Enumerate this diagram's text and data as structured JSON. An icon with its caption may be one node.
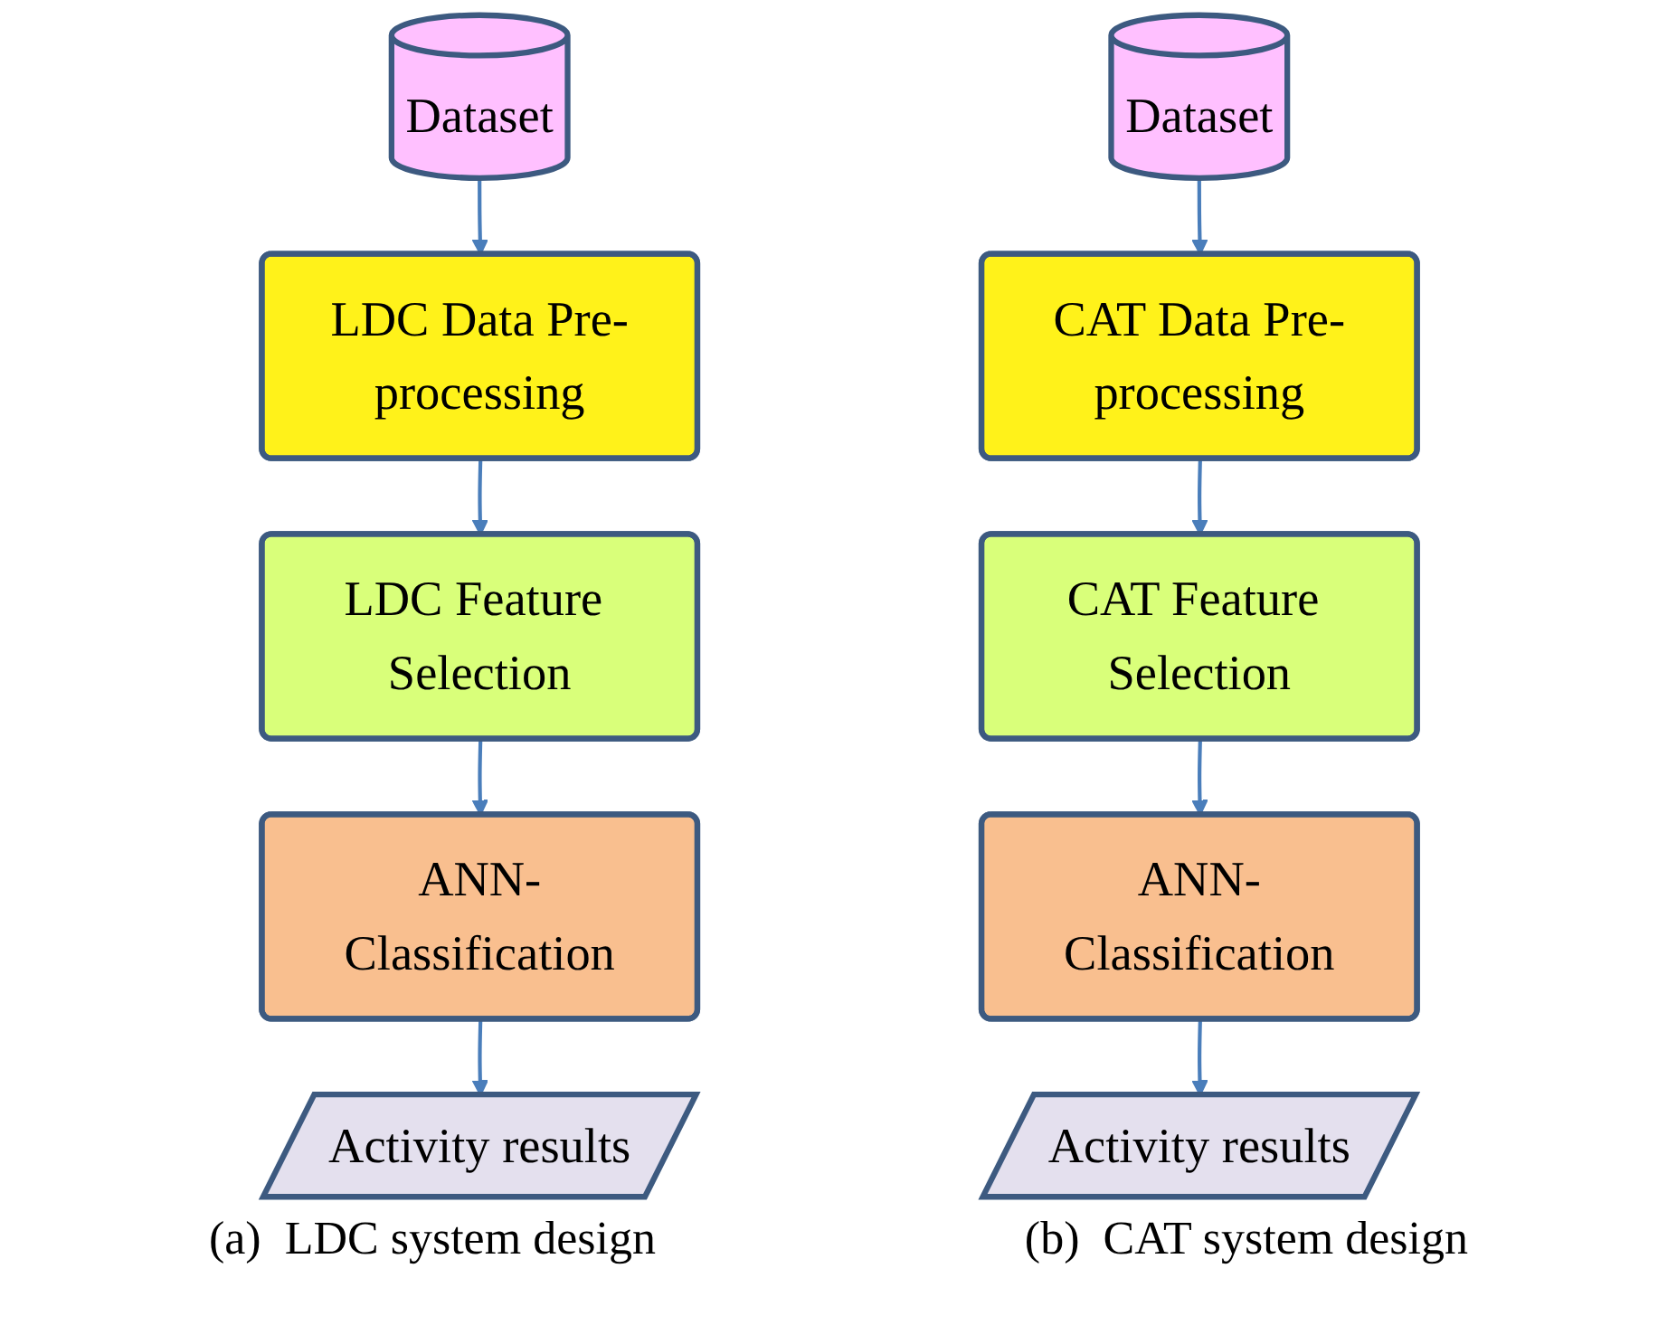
{
  "diagram": {
    "nodes": [
      {
        "text": [
          "Dataset"
        ]
      },
      {
        "text": [
          "LDC Data Pre-processing"
        ]
      },
      {
        "text": [
          "LDC Feature Selection"
        ]
      },
      {
        "text": [
          "ANN-Classification"
        ]
      },
      {
        "text": [
          "Activity results"
        ]
      },
      {
        "text": [
          "Dataset"
        ]
      },
      {
        "text": [
          "CAT Data Pre-processing"
        ]
      },
      {
        "text": [
          "CAT Feature Selection"
        ]
      },
      {
        "text": [
          "ANN-Classification"
        ]
      },
      {
        "text": [
          "Activity results"
        ]
      }
    ],
    "edges": [
      {
        "from": 0,
        "to": 1,
        "arrow": "to"
      },
      {
        "from": 1,
        "to": 2,
        "arrow": "to"
      },
      {
        "from": 2,
        "to": 3,
        "arrow": "to"
      },
      {
        "from": 3,
        "to": 4,
        "arrow": "to"
      },
      {
        "from": 5,
        "to": 6,
        "arrow": "to"
      },
      {
        "from": 6,
        "to": 7,
        "arrow": "to"
      },
      {
        "from": 7,
        "to": 8,
        "arrow": "to"
      },
      {
        "from": 8,
        "to": 9,
        "arrow": "to"
      }
    ],
    "labels": [
      "(a)  LDC system design",
      "(b)  CAT system design"
    ]
  }
}
